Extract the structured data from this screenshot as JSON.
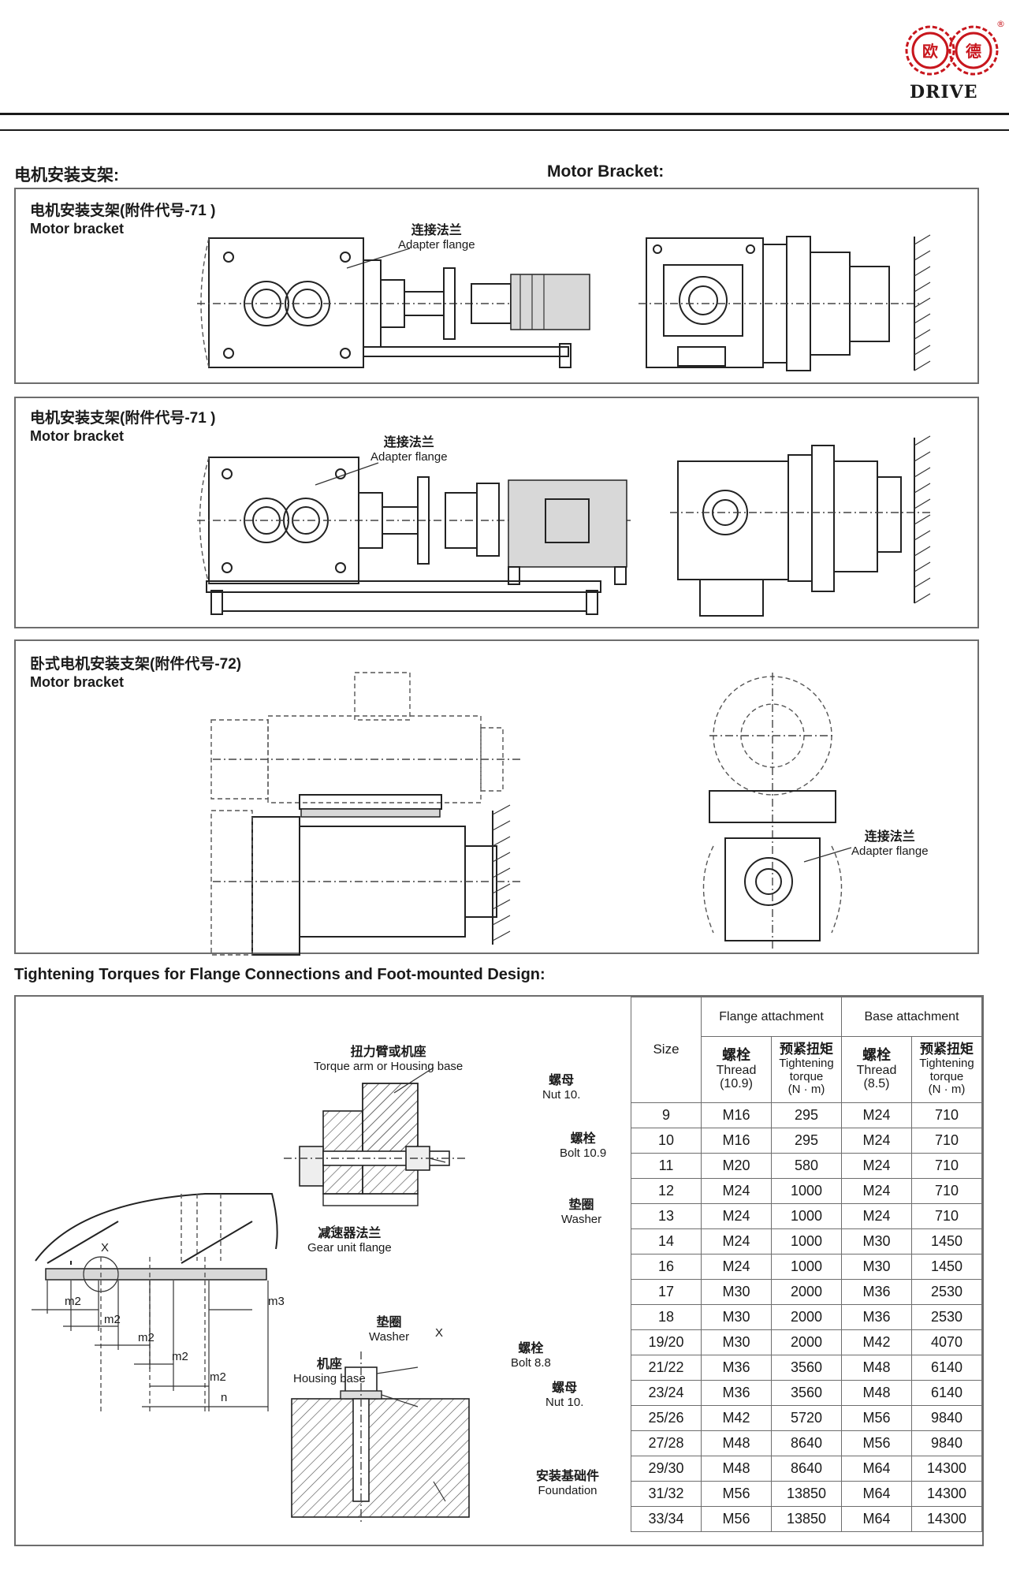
{
  "logo": {
    "brand": "DRIVE",
    "char_left": "欧",
    "char_right": "德",
    "registered": "®",
    "color": "#c8161d"
  },
  "sections": {
    "motor_bracket_cn": "电机安装支架:",
    "motor_bracket_en": "Motor Bracket:",
    "torque_title": "法兰联接及底座安装时螺母的预紧扭矩:",
    "torque_title_en": "Tightening Torques for Flange Connections  and Foot-mounted Design:"
  },
  "panels": [
    {
      "title_cn": "电机安装支架(附件代号-71 )",
      "title_en": "Motor bracket",
      "callout_cn": "连接法兰",
      "callout_en": "Adapter flange"
    },
    {
      "title_cn": "电机安装支架(附件代号-71 )",
      "title_en": "Motor bracket",
      "callout_cn": "连接法兰",
      "callout_en": "Adapter flange"
    },
    {
      "title_cn": "卧式电机安装支架(附件代号-72)",
      "title_en": "Motor bracket",
      "callout_cn": "连接法兰",
      "callout_en": "Adapter flange"
    }
  ],
  "diagram_labels": {
    "torque_arm_cn": "扭力臂或机座",
    "torque_arm_en": "Torque arm or Housing base",
    "nut_cn": "螺母",
    "nut_en": "Nut 10.",
    "bolt_cn": "螺栓",
    "bolt_en": "Bolt 10.9",
    "washer_cn": "垫圈",
    "washer_en": "Washer",
    "gear_flange_cn": "减速器法兰",
    "gear_flange_en": "Gear unit flange",
    "washer2_cn": "垫圈",
    "washer2_en": "Washer",
    "x_mark": "X",
    "x_mark2": "X",
    "bolt2_cn": "螺栓",
    "bolt2_en": "Bolt 8.8",
    "housing_cn": "机座",
    "housing_en": "Housing base",
    "nut2_cn": "螺母",
    "nut2_en": "Nut 10.",
    "foundation_cn": "安装基础件",
    "foundation_en": "Foundation",
    "m2": "m2",
    "m3": "m3",
    "n": "n"
  },
  "table": {
    "size_header": "Size",
    "flange_header": "Flange attachment",
    "base_header": "Base attachment",
    "thread_cn": "螺栓",
    "thread_en": "Thread",
    "flange_grade": "(10.9)",
    "base_grade": "(8.5)",
    "torque_cn": "预紧扭矩",
    "torque_en1": "Tightening",
    "torque_en2": "torque",
    "torque_unit": "(N · m)",
    "rows": [
      [
        "9",
        "M16",
        "295",
        "M24",
        "710"
      ],
      [
        "10",
        "M16",
        "295",
        "M24",
        "710"
      ],
      [
        "11",
        "M20",
        "580",
        "M24",
        "710"
      ],
      [
        "12",
        "M24",
        "1000",
        "M24",
        "710"
      ],
      [
        "13",
        "M24",
        "1000",
        "M24",
        "710"
      ],
      [
        "14",
        "M24",
        "1000",
        "M30",
        "1450"
      ],
      [
        "16",
        "M24",
        "1000",
        "M30",
        "1450"
      ],
      [
        "17",
        "M30",
        "2000",
        "M36",
        "2530"
      ],
      [
        "18",
        "M30",
        "2000",
        "M36",
        "2530"
      ],
      [
        "19/20",
        "M30",
        "2000",
        "M42",
        "4070"
      ],
      [
        "21/22",
        "M36",
        "3560",
        "M48",
        "6140"
      ],
      [
        "23/24",
        "M36",
        "3560",
        "M48",
        "6140"
      ],
      [
        "25/26",
        "M42",
        "5720",
        "M56",
        "9840"
      ],
      [
        "27/28",
        "M48",
        "8640",
        "M56",
        "9840"
      ],
      [
        "29/30",
        "M48",
        "8640",
        "M64",
        "14300"
      ],
      [
        "31/32",
        "M56",
        "13850",
        "M64",
        "14300"
      ],
      [
        "33/34",
        "M56",
        "13850",
        "M64",
        "14300"
      ]
    ]
  }
}
